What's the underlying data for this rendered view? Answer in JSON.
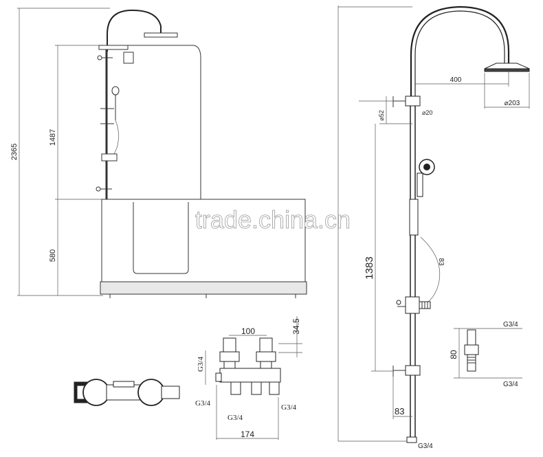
{
  "dimensions": {
    "overall_height": "2365",
    "rail_height": "1487",
    "tub_height": "580",
    "arm_length": "400",
    "head_diameter": "⌀203",
    "pipe_diameter_small": "⌀52",
    "pipe_diameter_large": "⌀20",
    "riser_height": "1383",
    "hose_length": "83",
    "bottom_offset": "83",
    "outlet_thread": "G3/4",
    "fitting_thread_top": "G3/4",
    "fitting_thread_bottom": "G3/4",
    "fitting_height": "80",
    "valve_spacing": "100",
    "valve_offset": "34.5",
    "valve_thread_left": "G3/4",
    "valve_thread_inlet_left": "G3/4",
    "valve_thread_bottom": "G3/4",
    "valve_thread_inlet_right": "G3/4",
    "valve_width": "174"
  },
  "watermark": "trade.china.cn"
}
